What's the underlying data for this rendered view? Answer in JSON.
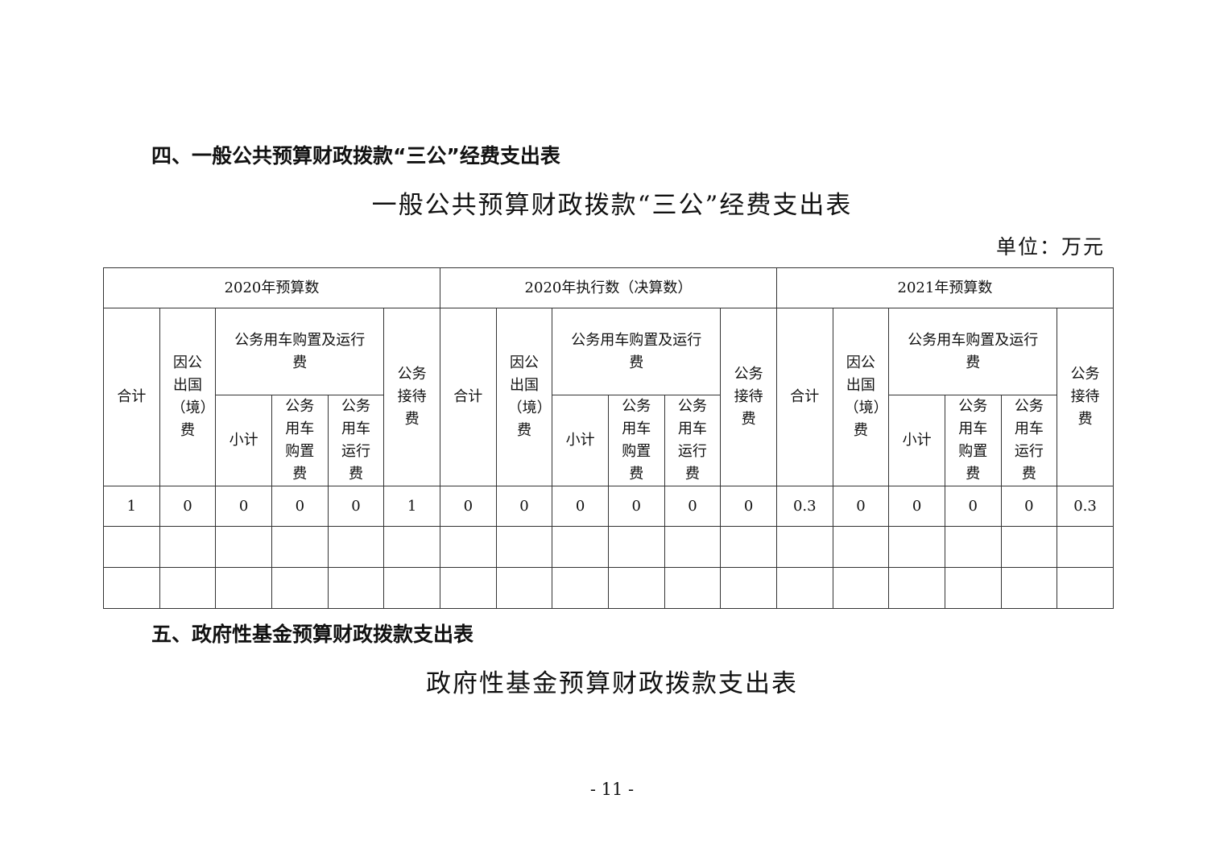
{
  "section4_heading": "四、一般公共预算财政拨款“三公”经费支出表",
  "table1_title": "一般公共预算财政拨款“三公”经费支出表",
  "unit": "单位：万元",
  "table": {
    "groups": [
      "2020年预算数",
      "2020年执行数（决算数）",
      "2021年预算数"
    ],
    "col_total": "合计",
    "col_abroad": "因公出国（境）费",
    "col_vehicle": "公务用车购置及运行费",
    "col_subtotal": "小计",
    "col_purchase": "公务用车购置费",
    "col_operation": "公务用车运行费",
    "col_reception": "公务接待费",
    "rows": [
      [
        "1",
        "0",
        "0",
        "0",
        "0",
        "1",
        "0",
        "0",
        "0",
        "0",
        "0",
        "0",
        "0.3",
        "0",
        "0",
        "0",
        "0",
        "0.3"
      ],
      [
        "",
        "",
        "",
        "",
        "",
        "",
        "",
        "",
        "",
        "",
        "",
        "",
        "",
        "",
        "",
        "",
        "",
        ""
      ],
      [
        "",
        "",
        "",
        "",
        "",
        "",
        "",
        "",
        "",
        "",
        "",
        "",
        "",
        "",
        "",
        "",
        "",
        ""
      ]
    ]
  },
  "section5_heading": "五、政府性基金预算财政拨款支出表",
  "table2_title": "政府性基金预算财政拨款支出表",
  "page_number": "- 11 -"
}
